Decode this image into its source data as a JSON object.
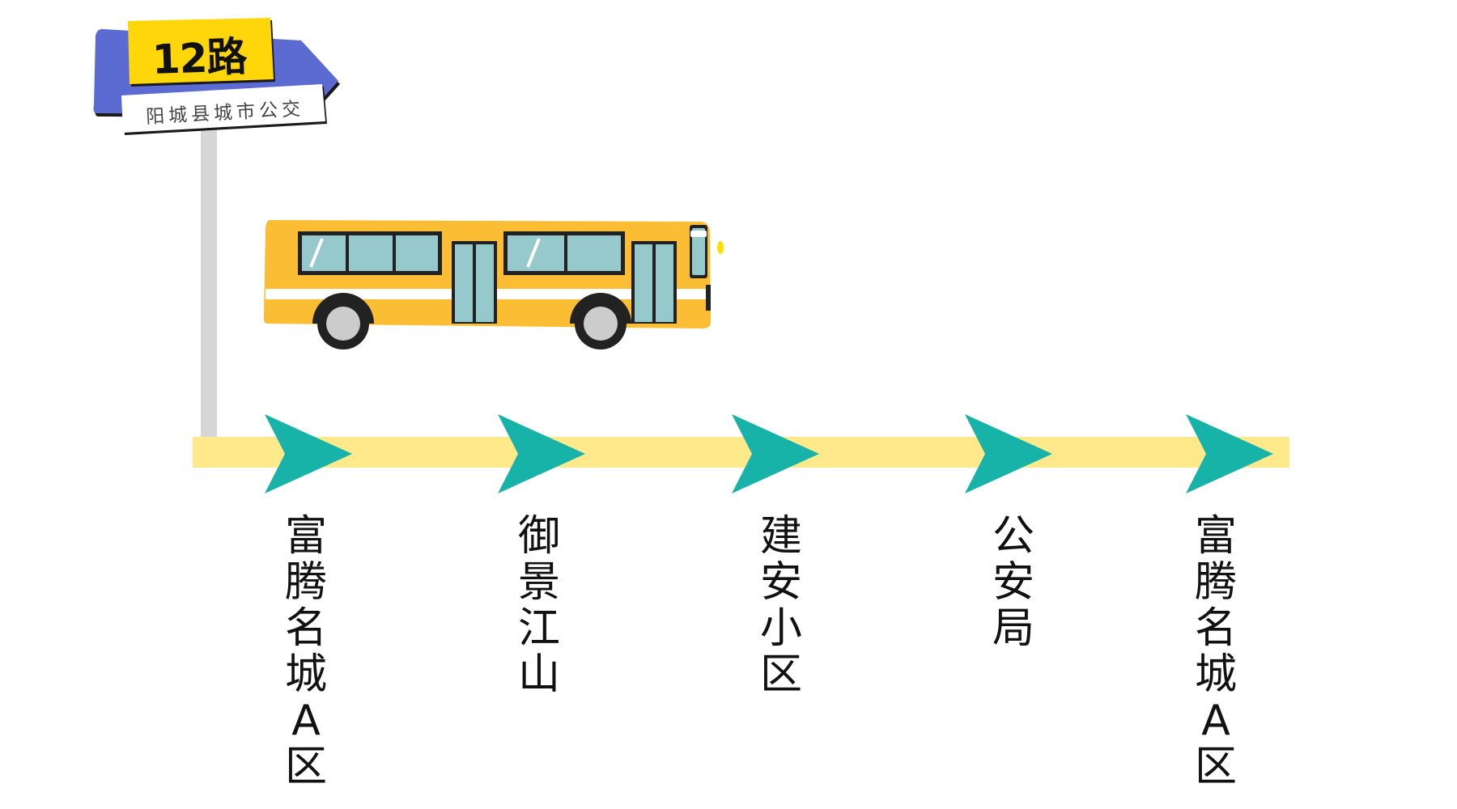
{
  "sign": {
    "route_name": "12路",
    "company": "阳城县城市公交"
  },
  "stops": [
    {
      "name": "富腾名城A区"
    },
    {
      "name": "御景江山"
    },
    {
      "name": "建安小区"
    },
    {
      "name": "公安局"
    },
    {
      "name": "富腾名城A区"
    }
  ],
  "colors": {
    "sign_blue": "#5b6bd1",
    "sign_yellow": "#ffd60a",
    "road_yellow": "#ffe98a",
    "arrow_teal": "#17b3a9",
    "bus_body": "#fbbd33",
    "bus_window": "#96c9cc",
    "pole_gray": "#d6d6d6"
  },
  "icons": {
    "bus": "bus-icon",
    "sign_pole": "signpost-icon",
    "direction_arrow": "chevron-right-icon"
  }
}
